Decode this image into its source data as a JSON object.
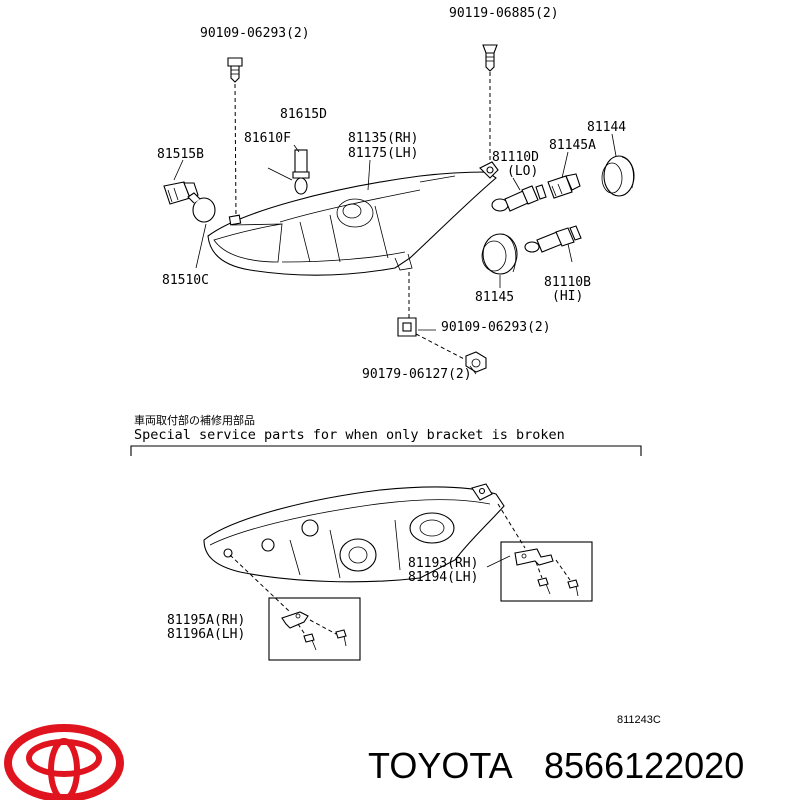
{
  "labels": {
    "bolt_top_left": "90109-06293(2)",
    "bolt_top_right": "90119-06885(2)",
    "bulb_81615d": "81615D",
    "socket_81610f": "81610F",
    "headlamp_unit_rh": "81135(RH)",
    "headlamp_unit_lh": "81175(LH)",
    "socket_81515b": "81515B",
    "bulb_81510c": "81510C",
    "bulb_81110d": "81110D",
    "bulb_lo": "(LO)",
    "cap_81145a": "81145A",
    "cover_81144": "81144",
    "cap_81145": "81145",
    "bulb_81110b": "81110B",
    "bulb_hi": "(HI)",
    "bolt_mid": "90109-06293(2)",
    "nut_90179": "90179-06127(2)",
    "bracket_rh_a": "81193(RH)",
    "bracket_lh_a": "81194(LH)",
    "bracket_rh_b": "81195A(RH)",
    "bracket_lh_b": "81196A(LH)"
  },
  "notes": {
    "japanese": "車両取付部の補修用部品",
    "english": "Special service parts for when only bracket is broken"
  },
  "reference_code": "811243C",
  "footer": {
    "brand": "TOYOTA",
    "part_number": "8566122020",
    "logo": "toyota-logo-icon"
  },
  "colors": {
    "logo_red": "#e0141e",
    "line": "#000000"
  }
}
